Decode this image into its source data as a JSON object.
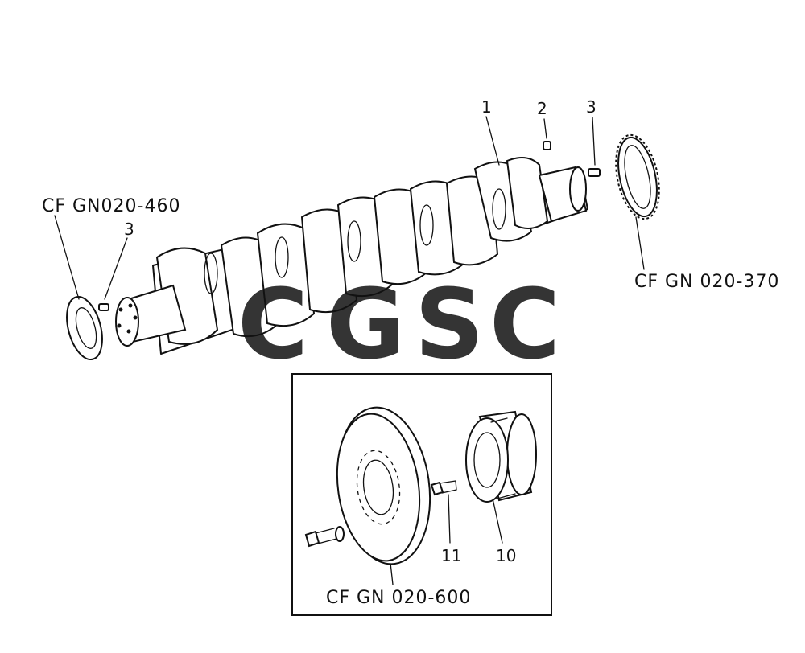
{
  "diagram": {
    "callouts": {
      "rear_seal_ref": "CF GN020-460",
      "gear_ref": "CF GN 020-370",
      "damper_ref": "CF GN 020-600",
      "part_1": "1",
      "part_2": "2",
      "part_3_front": "3",
      "part_3_rear": "3",
      "part_10": "10",
      "part_11": "11"
    },
    "watermark": {
      "letters": [
        "C",
        "G",
        "S",
        "C"
      ],
      "colors": [
        "#4f8ff0",
        "#f07f75",
        "#f9d56a",
        "#6fbf98"
      ]
    },
    "colors": {
      "ink": "#111111",
      "background": "#ffffff"
    }
  }
}
